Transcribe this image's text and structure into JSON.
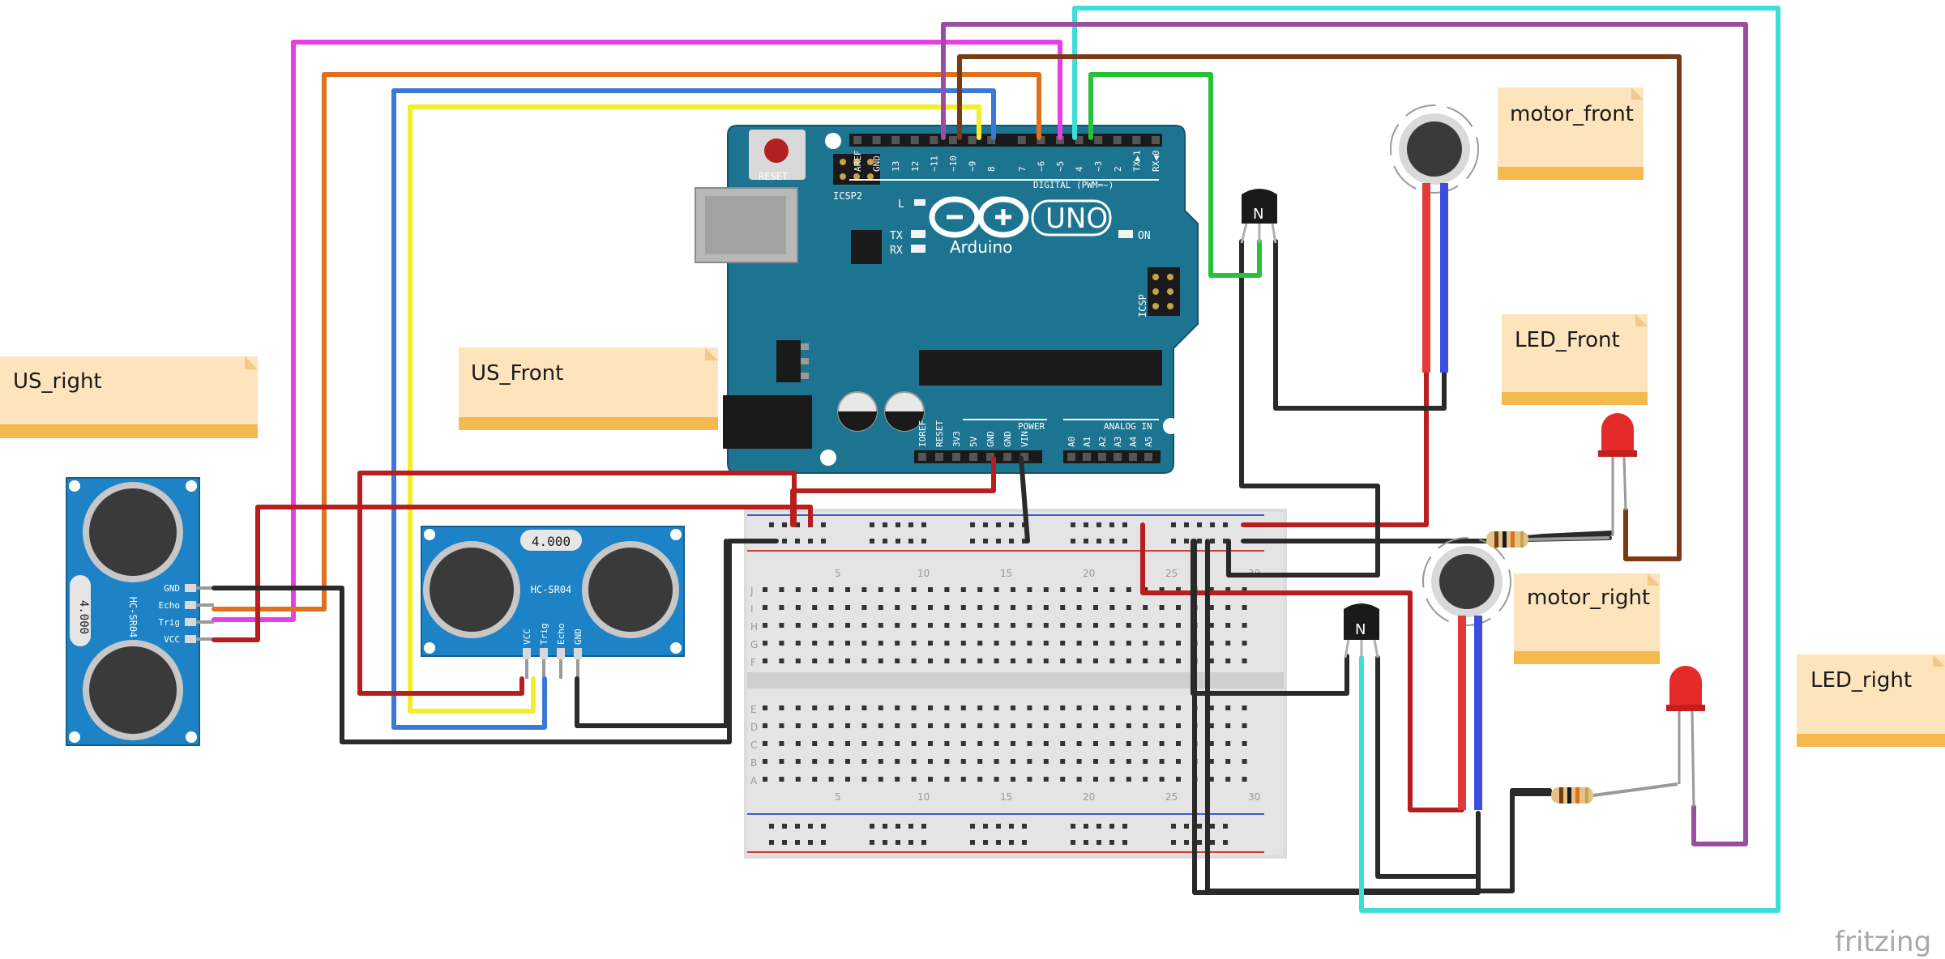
{
  "notes": {
    "us_right": "US_right",
    "us_front": "US_Front",
    "motor_front": "motor_front",
    "led_front": "LED_Front",
    "motor_right": "motor_right",
    "led_right": "LED_right"
  },
  "arduino": {
    "model": "UNO",
    "brand": "Arduino",
    "reset_label": "RESET",
    "icsp2_label": "ICSP2",
    "icsp_label": "ICSP",
    "digital_label": "DIGITAL (PWM=~)",
    "power_label": "POWER",
    "analog_label": "ANALOG IN",
    "led_l": "L",
    "led_tx": "TX",
    "led_rx": "RX",
    "led_on": "ON",
    "top_pins": [
      "AREF",
      "GND",
      "13",
      "12",
      "~11",
      "~10",
      "~9",
      "8",
      "7",
      "~6",
      "~5",
      "4",
      "~3",
      "2",
      "TX▶1",
      "RX◀0"
    ],
    "power_pins": [
      "IOREF",
      "RESET",
      "3V3",
      "5V",
      "GND",
      "GND",
      "VIN"
    ],
    "analog_pins": [
      "A0",
      "A1",
      "A2",
      "A3",
      "A4",
      "A5"
    ]
  },
  "sensors": {
    "front": {
      "model": "HC-SR04",
      "crystal": "4.000",
      "pins": [
        "VCC",
        "Trig",
        "Echo",
        "GND"
      ]
    },
    "right": {
      "model": "HC-SR04",
      "crystal": "4.000",
      "pins": [
        "GND",
        "Echo",
        "Trig",
        "VCC"
      ]
    }
  },
  "breadboard": {
    "column_numbers": [
      "5",
      "10",
      "15",
      "20",
      "25",
      "30"
    ],
    "row_letters_top": [
      "J",
      "I",
      "H",
      "G",
      "F"
    ],
    "row_letters_bottom": [
      "E",
      "D",
      "C",
      "B",
      "A"
    ]
  },
  "transistor_marking": "N",
  "watermark": "fritzing",
  "colors": {
    "wire_red": "#b81e1e",
    "wire_black": "#2a2a2a",
    "wire_magenta": "#e83ee6",
    "wire_orange": "#e0701e",
    "wire_blue": "#3b78d8",
    "wire_yellow": "#f2ee2a",
    "wire_green": "#27c13a",
    "wire_cyan": "#3dded8",
    "wire_purple": "#9a4ea0",
    "wire_brown": "#7a3a12",
    "arduino_teal": "#1d7491",
    "sensor_blue": "#1d83c6",
    "note_fill": "#fde4bd",
    "note_bar": "#f6b94e",
    "led_red": "#e52a2a"
  }
}
